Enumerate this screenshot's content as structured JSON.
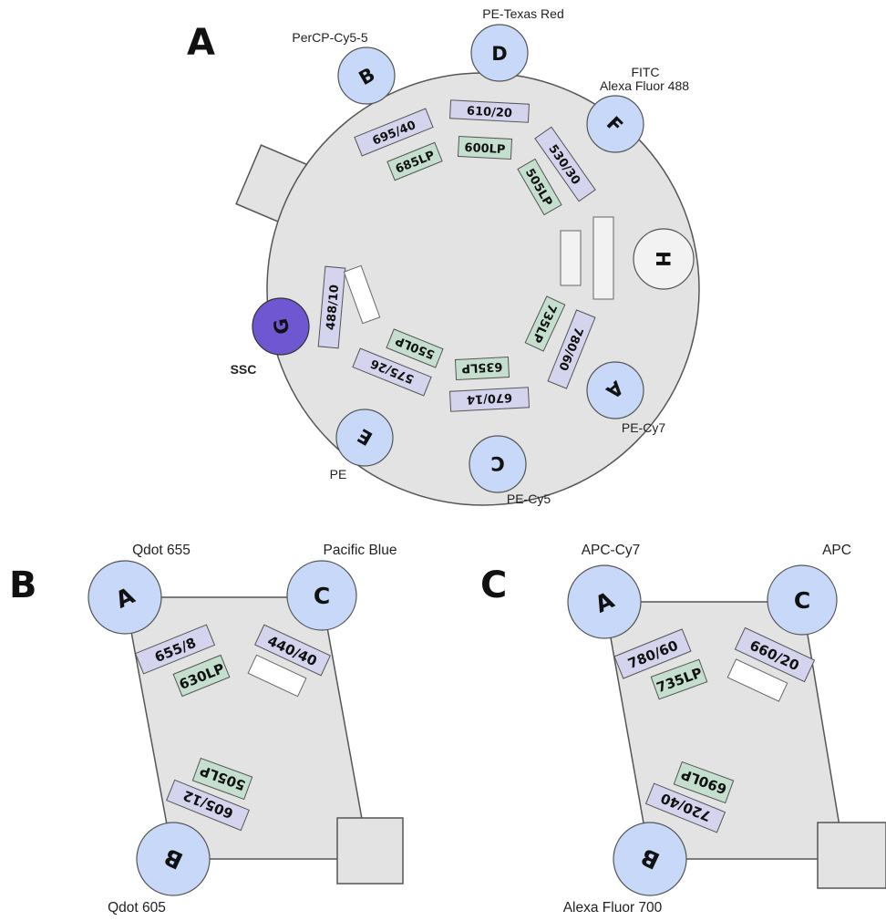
{
  "panels": {
    "A": {
      "label": "A",
      "detectors": [
        {
          "letter": "B",
          "fluor": "PerCP-Cy5-5"
        },
        {
          "letter": "D",
          "fluor": "PE-Texas Red"
        },
        {
          "letter": "F",
          "fluor_line1": "FITC",
          "fluor_line2": "Alexa Fluor 488"
        },
        {
          "letter": "H"
        },
        {
          "letter": "A",
          "fluor": "PE-Cy7"
        },
        {
          "letter": "C",
          "fluor": "PE-Cy5"
        },
        {
          "letter": "E",
          "fluor": "PE"
        },
        {
          "letter": "G",
          "fluor": "SSC"
        }
      ],
      "filters": {
        "bp_695_40": "695/40",
        "lp_685": "685LP",
        "bp_610_20": "610/20",
        "lp_600": "600LP",
        "bp_530_30": "530/30",
        "lp_505": "505LP",
        "bp_780_60": "780/60",
        "lp_735": "735LP",
        "bp_670_14": "670/14",
        "lp_635": "635LP",
        "bp_575_26": "575/26",
        "lp_550": "550LP",
        "bp_488_10": "488/10"
      }
    },
    "B": {
      "label": "B",
      "detectors": [
        {
          "letter": "A",
          "fluor": "Qdot 655"
        },
        {
          "letter": "C",
          "fluor": "Pacific Blue"
        },
        {
          "letter": "B",
          "fluor": "Qdot 605"
        }
      ],
      "filters": {
        "bp_655_8": "655/8",
        "lp_630": "630LP",
        "bp_440_40": "440/40",
        "lp_505": "505LP",
        "bp_605_12": "605/12"
      }
    },
    "C": {
      "label": "C",
      "detectors": [
        {
          "letter": "A",
          "fluor": "APC-Cy7"
        },
        {
          "letter": "C",
          "fluor": "APC"
        },
        {
          "letter": "B",
          "fluor": "Alexa Fluor 700"
        }
      ],
      "filters": {
        "bp_780_60": "780/60",
        "lp_735": "735LP",
        "bp_660_20": "660/20",
        "lp_690": "690LP",
        "bp_720_40": "720/40"
      }
    }
  }
}
